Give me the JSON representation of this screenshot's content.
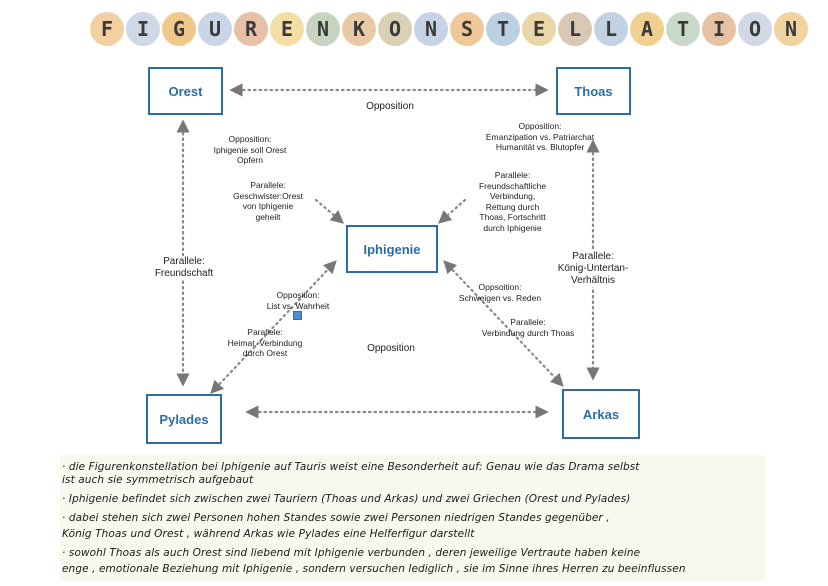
{
  "title": {
    "letters": [
      "F",
      "I",
      "G",
      "U",
      "R",
      "E",
      "N",
      "K",
      "O",
      "N",
      "S",
      "T",
      "E",
      "L",
      "L",
      "A",
      "T",
      "I",
      "O",
      "N"
    ],
    "colors": [
      "#f2d0a4",
      "#cfd9e6",
      "#f0c98a",
      "#c9d6e8",
      "#e8c0a8",
      "#f3dea5",
      "#c7d4c1",
      "#e8cba6",
      "#d9d0b6",
      "#c6d3e4",
      "#f1c89a",
      "#bdd0e2",
      "#ead7a7",
      "#d8c8b4",
      "#c3d2e3",
      "#f1cf8e",
      "#c8d8c9",
      "#e6c2a3",
      "#d2d9e6",
      "#f0d39f"
    ]
  },
  "nodes": {
    "orest": "Orest",
    "thoas": "Thoas",
    "iphigenie": "Iphigenie",
    "pylades": "Pylades",
    "arkas": "Arkas"
  },
  "labels": {
    "opposition_top": "Opposition",
    "opposition_bottom": "Opposition",
    "orest_iph_opposition": [
      "Opposition:",
      "Iphigenie soll Orest",
      "Opfern"
    ],
    "orest_iph_parallele": [
      "Parallele:",
      "Geschwister:Orest",
      "von Iphigenie",
      "geheilt"
    ],
    "thoas_iph_opposition": [
      "Opposition:",
      "Emanzipation vs. Patriarchat",
      "Humanität vs. Blutopfer"
    ],
    "thoas_iph_parallele": [
      "Parallele:",
      "Freundschaftliche",
      "Verbindung,",
      "Rettung durch",
      "Thoas, Fortschritt",
      "durch Iphigenie"
    ],
    "orest_pylades": [
      "Parallele:",
      "Freundschaft"
    ],
    "thoas_arkas": [
      "Parallele:",
      "König-Untertan-",
      "Verhältnis"
    ],
    "pylades_iph_opposition": [
      "Opposition:",
      "List vs. Wahrheit"
    ],
    "pylades_iph_parallele": [
      "Parallele:",
      "Heimat, Verbindung",
      "durch Orest"
    ],
    "arkas_iph_opposition": [
      "Oppsoition:",
      "Schweigen vs. Reden"
    ],
    "arkas_iph_parallele": [
      "Parallele:",
      "Verbindung durch Thoas"
    ]
  },
  "notes": [
    "· die Figurenkonstellation bei Iphigenie auf Tauris weist eine Besonderheit auf: Genau wie das Drama selbst",
    "  ist auch sie symmetrisch aufgebaut",
    "· Iphigenie befindet sich zwischen zwei Tauriern (Thoas und Arkas) und zwei Griechen (Orest und Pylades)",
    "· dabei stehen sich zwei Personen hohen Standes sowie zwei Personen niedrigen Standes gegenüber ,",
    "  König Thoas und Orest , während Arkas wie Pylades eine Helferfigur darstellt",
    "· sowohl Thoas als auch Orest sind liebend mit Iphigenie verbunden , deren jeweilige Vertraute haben keine",
    "  enge , emotionale Beziehung mit Iphigenie , sondern versuchen lediglich , sie im Sinne ihres Herren zu beeinflussen"
  ]
}
